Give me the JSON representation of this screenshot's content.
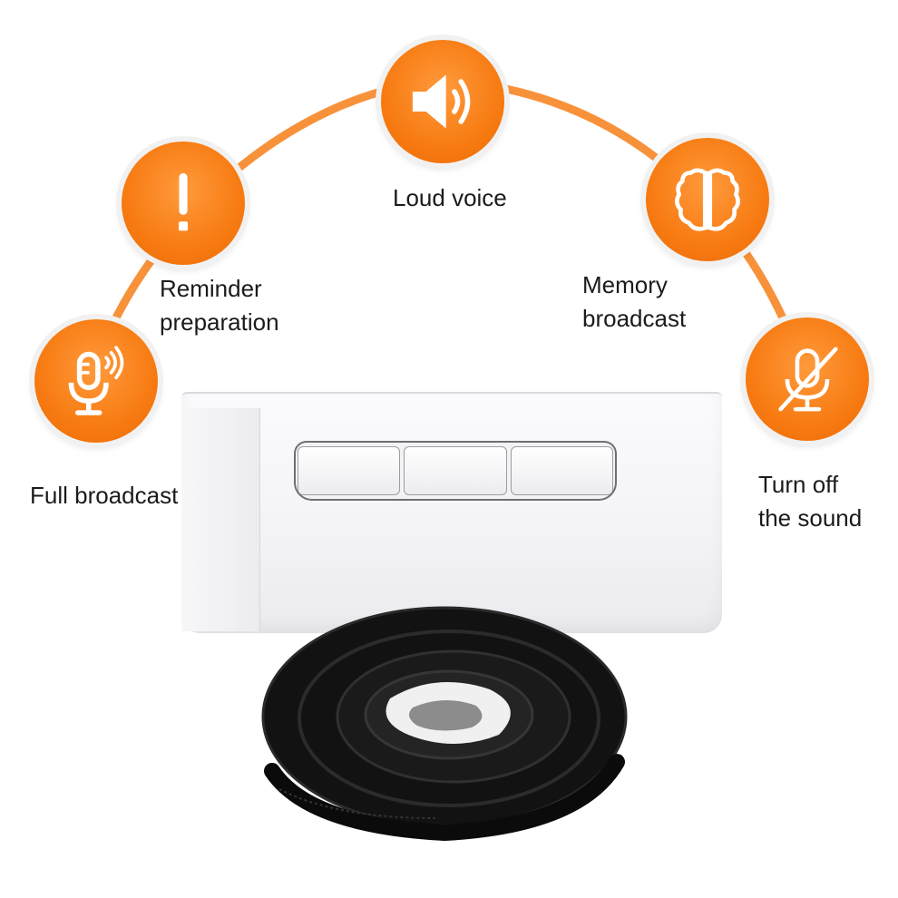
{
  "accent_color": "#f77b12",
  "features": [
    {
      "id": "full-broadcast",
      "icon": "microphone-sound-icon",
      "label_lines": [
        "Full broadcast"
      ]
    },
    {
      "id": "reminder-preparation",
      "icon": "exclamation-icon",
      "label_lines": [
        "Reminder",
        "preparation"
      ]
    },
    {
      "id": "loud-voice",
      "icon": "speaker-icon",
      "label_lines": [
        "Loud voice"
      ]
    },
    {
      "id": "memory-broadcast",
      "icon": "brain-icon",
      "label_lines": [
        "Memory",
        "broadcast"
      ]
    },
    {
      "id": "turn-off-sound",
      "icon": "microphone-muted-icon",
      "label_lines": [
        "Turn off",
        "the sound"
      ]
    }
  ]
}
